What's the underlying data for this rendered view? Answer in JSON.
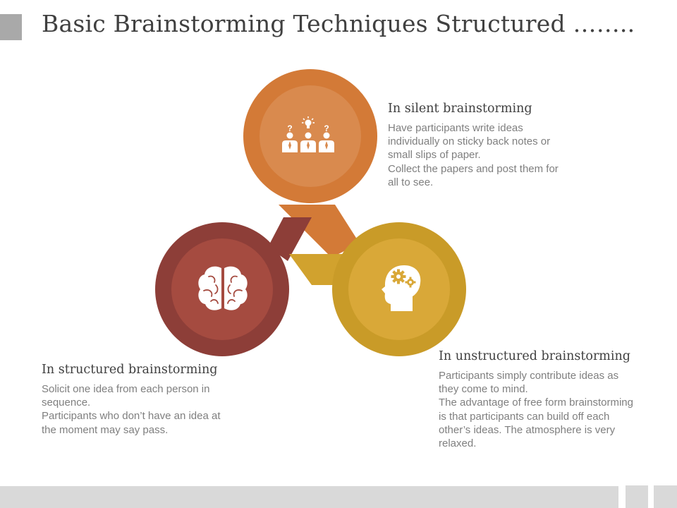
{
  "title": "Basic Brainstorming Techniques Structured ……..",
  "colors": {
    "orange_outer": "#d37a37",
    "orange_inner": "#d98a4e",
    "red_outer": "#8d3e38",
    "red_inner": "#a54b40",
    "gold_outer": "#c99b28",
    "gold_inner": "#d9a838",
    "arm_orange": "#d37a37",
    "arm_red": "#8d3e38",
    "arm_gold": "#d1a22e"
  },
  "nodes": {
    "silent": {
      "icon": "people-ideas-icon"
    },
    "structured": {
      "icon": "brain-icon"
    },
    "unstructured": {
      "icon": "head-gears-icon"
    }
  },
  "blocks": {
    "silent": {
      "heading": "In silent brainstorming",
      "body": "Have participants write ideas individually on sticky back notes or small slips of paper.\nCollect the papers and post them for all to see."
    },
    "structured": {
      "heading": "In structured brainstorming",
      "body": "Solicit one idea from each person in sequence.\nParticipants who don’t have an idea at the moment may say pass."
    },
    "unstructured": {
      "heading": "In unstructured brainstorming",
      "body": "Participants simply contribute ideas as they come to mind.\nThe advantage of free form brainstorming is that participants can build off each other’s ideas. The atmosphere is very relaxed."
    }
  }
}
